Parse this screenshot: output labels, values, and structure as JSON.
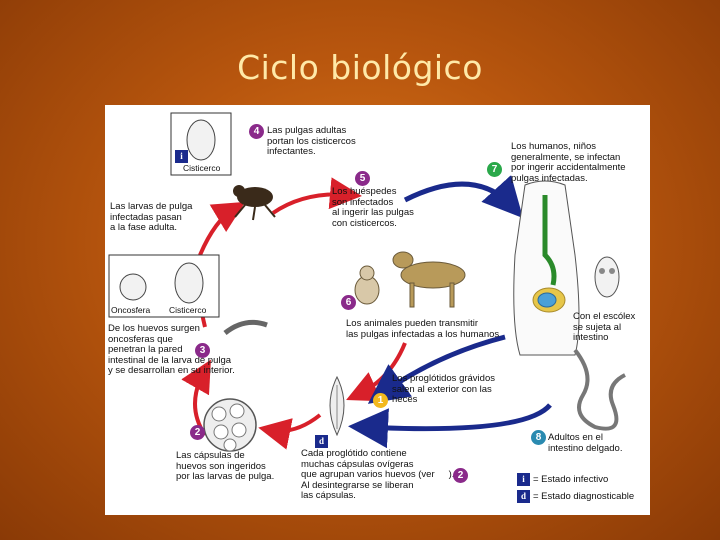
{
  "slide": {
    "title": "Ciclo biológico"
  },
  "steps": {
    "s1": {
      "num": "1",
      "text": "Los proglótidos grávidos\nsalen al exterior con las\nheces"
    },
    "s2": {
      "num": "2",
      "text": "Las cápsulas de\nhuevos son ingeridos\npor las larvas de pulga."
    },
    "s3": {
      "num": "3",
      "text": "De los huevos surgen\noncosferas que\npenetran la pared\nintestinal de la larva de pulga\ny se desarrollan en su interior."
    },
    "s4": {
      "num": "4",
      "text": "Las pulgas adultas\nportan los cisticercos\ninfectantes."
    },
    "s5": {
      "num": "5",
      "text": "Los huéspedes\nson infectados\nal ingerir las pulgas\ncon cisticercos."
    },
    "s6": {
      "num": "6",
      "text": "Los animales pueden transmitir\nlas pulgas infectadas a los humanos"
    },
    "s7": {
      "num": "7",
      "text": "Los humanos, niños\ngeneralmente, se infectan\npor ingerir accidentalmente\npulgas infectadas."
    },
    "s8": {
      "num": "8",
      "text": "Adultos en el\nintestino delgado."
    }
  },
  "other_labels": {
    "larvae_adult": "Las larvas de pulga\ninfectadas pasan\na la fase adulta.",
    "proglottid": "Cada proglótido contiene\nmuchas cápsulas ovígeras\nque agrupan varios huevos (ver",
    "proglottid_end": ").",
    "proglottid_2": "Al desintegrarse se liberan\nlas cápsulas.",
    "scolex": "Con el escólex\nse sujeta al\nintestino",
    "cisticerco_top": "Cisticerco",
    "oncosfera": "Oncosfera",
    "cisticerco_mid": "Cisticerco"
  },
  "legend": {
    "infective_symbol": "i",
    "infective_label": "= Estado infectivo",
    "diagnostic_symbol": "d",
    "diagnostic_label": "= Estado diagnosticable"
  },
  "colors": {
    "red_arrow": "#d8202a",
    "blue_arrow": "#1a2a8c",
    "badge_purple": "#8a2a8a",
    "badge_green": "#2aa84a",
    "badge_teal": "#2a8ab0",
    "badge_yellow": "#f2b81e",
    "badge_navy": "#1a2a8c"
  }
}
